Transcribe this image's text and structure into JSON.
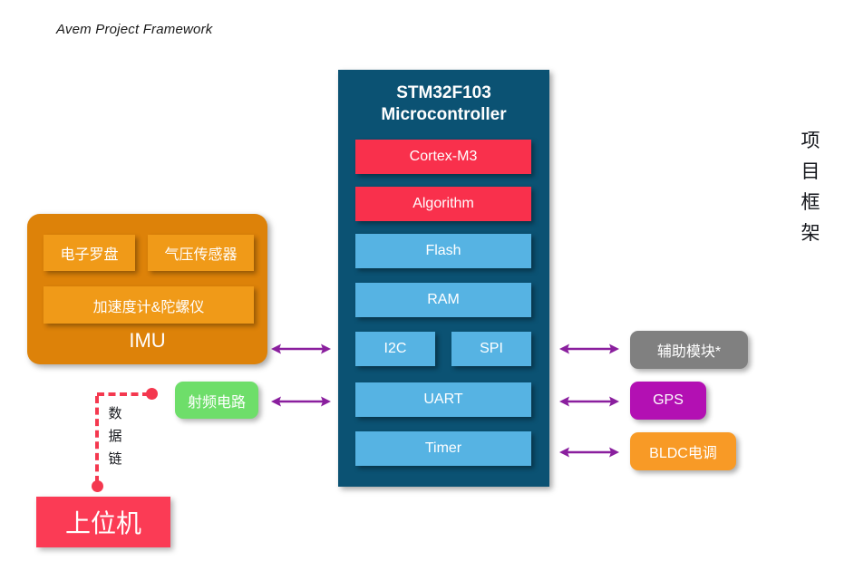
{
  "title": "Avem Project Framework",
  "side_label": [
    "项",
    "目",
    "框",
    "架"
  ],
  "mcu": {
    "title_line1": "STM32F103",
    "title_line2": "Microcontroller",
    "blocks": [
      {
        "label": "Cortex-M3",
        "color": "#f9304c"
      },
      {
        "label": "Algorithm",
        "color": "#f9304c"
      },
      {
        "label": "Flash",
        "color": "#56b3e3"
      },
      {
        "label": "RAM",
        "color": "#56b3e3"
      },
      {
        "label": "I2C",
        "color": "#56b3e3"
      },
      {
        "label": "SPI",
        "color": "#56b3e3"
      },
      {
        "label": "UART",
        "color": "#56b3e3"
      },
      {
        "label": "Timer",
        "color": "#56b3e3"
      }
    ],
    "panel_color": "#0b5273"
  },
  "imu": {
    "label": "IMU",
    "container_color": "#dd8209",
    "inner_color": "#f09a18",
    "sensors": [
      "电子罗盘",
      "气压传感器",
      "加速度计&陀螺仪"
    ]
  },
  "rf": {
    "label": "射频电路",
    "color": "#6ede6a"
  },
  "peripherals": [
    {
      "label": "辅助模块*",
      "color": "#808080"
    },
    {
      "label": "GPS",
      "color": "#b310b3"
    },
    {
      "label": "BLDC电调",
      "color": "#f89a26"
    }
  ],
  "host": {
    "label": "上位机",
    "color": "#fb3b55"
  },
  "data_link": {
    "chars": [
      "数",
      "据",
      "链"
    ],
    "color": "#f4384f"
  },
  "arrow_color": "#8a1f9e"
}
